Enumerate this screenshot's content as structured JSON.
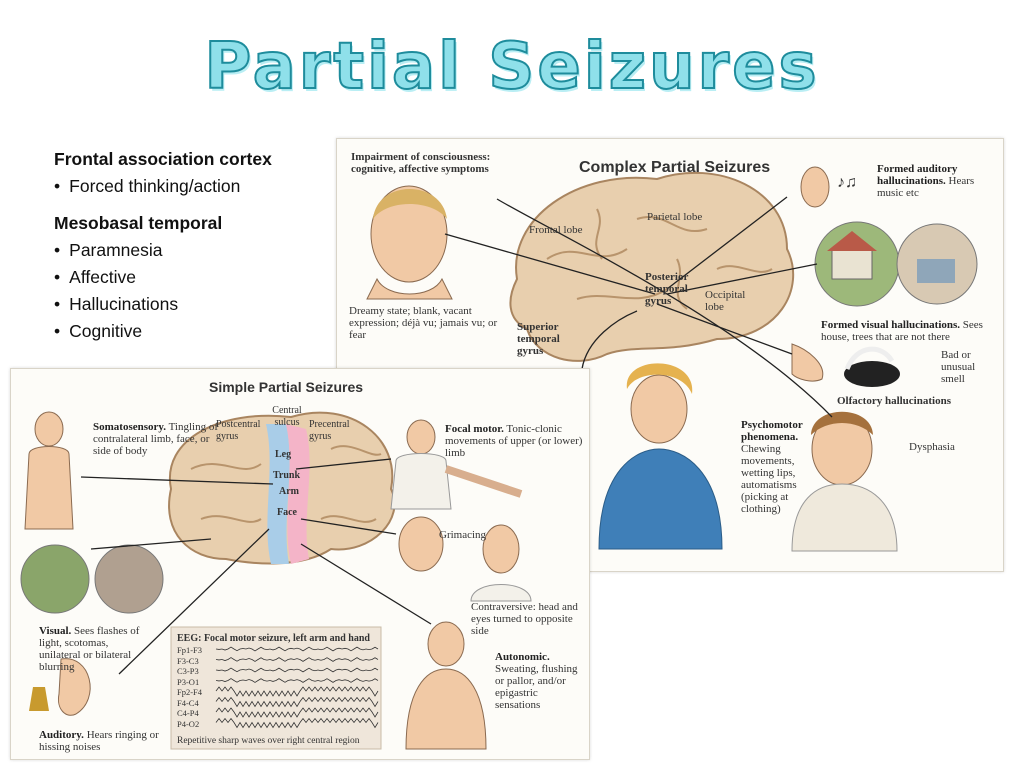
{
  "slide": {
    "title": "Partial Seizures"
  },
  "bullets": {
    "group1_heading": "Frontal association cortex",
    "group1_items": [
      "Forced thinking/action"
    ],
    "group2_heading": "Mesobasal temporal",
    "group2_items": [
      "Paramnesia",
      "Affective",
      "Hallucinations",
      "Cognitive"
    ]
  },
  "complex": {
    "title": "Complex Partial Seizures",
    "impairment": "Impairment of consciousness: cognitive, affective symptoms",
    "dreamy": "Dreamy state; blank, vacant expression; déjà vu; jamais vu; or fear",
    "frontal_lobe": "Frontal lobe",
    "parietal_lobe": "Parietal lobe",
    "posterior_temporal": "Posterior temporal gyrus",
    "occipital_lobe": "Occipital lobe",
    "superior_temporal": "Superior temporal gyrus",
    "auditory_title": "Formed auditory hallucinations.",
    "auditory_text": "Hears music etc",
    "visual_title": "Formed visual hallucinations.",
    "visual_text": "Sees house, trees that are not there",
    "smell": "Bad or unusual smell",
    "olfactory": "Olfactory hallucinations",
    "psychomotor_title": "Psychomotor phenomena.",
    "psychomotor_text": "Chewing movements, wetting lips, automatisms (picking at clothing)",
    "dysphasia": "Dysphasia"
  },
  "simple": {
    "title": "Simple Partial Seizures",
    "somatosensory_title": "Somatosensory.",
    "somatosensory_text": "Tingling of contralateral limb, face, or side of body",
    "postcentral": "Postcentral gyrus",
    "central_sulcus": "Central sulcus",
    "precentral": "Precentral gyrus",
    "leg": "Leg",
    "trunk": "Trunk",
    "arm": "Arm",
    "face": "Face",
    "focal_title": "Focal motor.",
    "focal_text": "Tonic-clonic movements of upper (or lower) limb",
    "grimacing": "Grimacing",
    "contraversive": "Contraversive: head and eyes turned to opposite side",
    "visual_title": "Visual.",
    "visual_text": "Sees flashes of light, scotomas, unilateral or bilateral blurring",
    "auditory_title": "Auditory.",
    "auditory_text": "Hears ringing or hissing noises",
    "autonomic_title": "Autonomic.",
    "autonomic_text": "Sweating, flushing or pallor, and/or epigastric sensations",
    "eeg_title": "EEG: Focal motor seizure, left arm and hand",
    "eeg_channels": [
      "Fp1-F3",
      "F3-C3",
      "C3-P3",
      "P3-O1",
      "Fp2-F4",
      "F4-C4",
      "C4-P4",
      "P4-O2"
    ],
    "eeg_caption": "Repetitive sharp waves over right central region"
  },
  "colors": {
    "title_fill": "#8fe0ea",
    "title_stroke": "#1e8c9c",
    "brain": "#e8cfae",
    "leg_strip": "#f4b4c8",
    "arm_strip": "#a9cde8"
  }
}
